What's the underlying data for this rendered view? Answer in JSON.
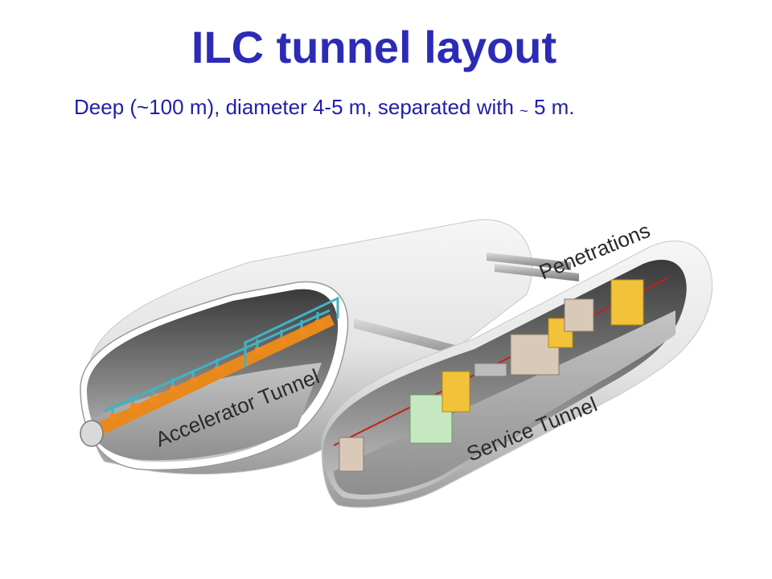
{
  "slide": {
    "title": "ILC tunnel layout",
    "subtitle_part1": "Deep (~100 m), diameter 4-5 m, separated with ",
    "subtitle_tilde": "~",
    "subtitle_part2": " 5 m."
  },
  "diagram": {
    "labels": {
      "accelerator_tunnel": "Accelerator Tunnel",
      "service_tunnel": "Service Tunnel",
      "penetrations": "Penetrations"
    },
    "colors": {
      "title": "#2b2bb6",
      "subtitle": "#1f1fa8",
      "beamline_orange": "#e8891c",
      "pipes_cyan": "#3fb4c4",
      "cabinet_green": "#c6e8c0",
      "cabinet_yellow": "#f2c23a",
      "cabinet_beige": "#d9c9b8",
      "tunnel_shell": "#e9e9e9",
      "floor": "#b0b0b0"
    }
  }
}
